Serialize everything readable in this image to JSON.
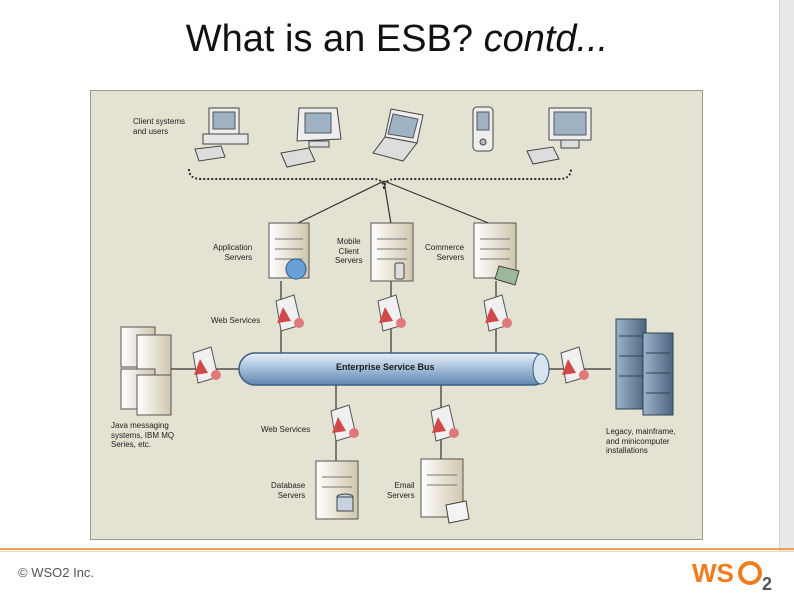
{
  "slide": {
    "title_plain": "What is an ESB?",
    "title_italic": "contd..."
  },
  "diagram": {
    "bus_label": "Enterprise Service Bus",
    "client_label": [
      "Client systems",
      "and users"
    ],
    "app_servers_label": [
      "Application",
      "Servers"
    ],
    "mobile_servers_label": [
      "Mobile",
      "Client",
      "Servers"
    ],
    "commerce_servers_label": [
      "Commerce",
      "Servers"
    ],
    "web_services_top_label": "Web Services",
    "web_services_bottom_label": "Web Services",
    "java_label": [
      "Java messaging",
      "systems, IBM MQ",
      "Series, etc."
    ],
    "legacy_label": [
      "Legacy, mainframe,",
      "and minicomputer",
      "installations"
    ],
    "db_servers_label": [
      "Database",
      "Servers"
    ],
    "email_servers_label": [
      "Email",
      "Servers"
    ]
  },
  "footer": {
    "copyright": "© WSO2 Inc.",
    "logo_text_1": "WS",
    "logo_text_2": "2"
  },
  "colors": {
    "accent": "#f07c1b",
    "frame_bg": "#e4e2d2",
    "bus_fill": "#b9cde2"
  }
}
